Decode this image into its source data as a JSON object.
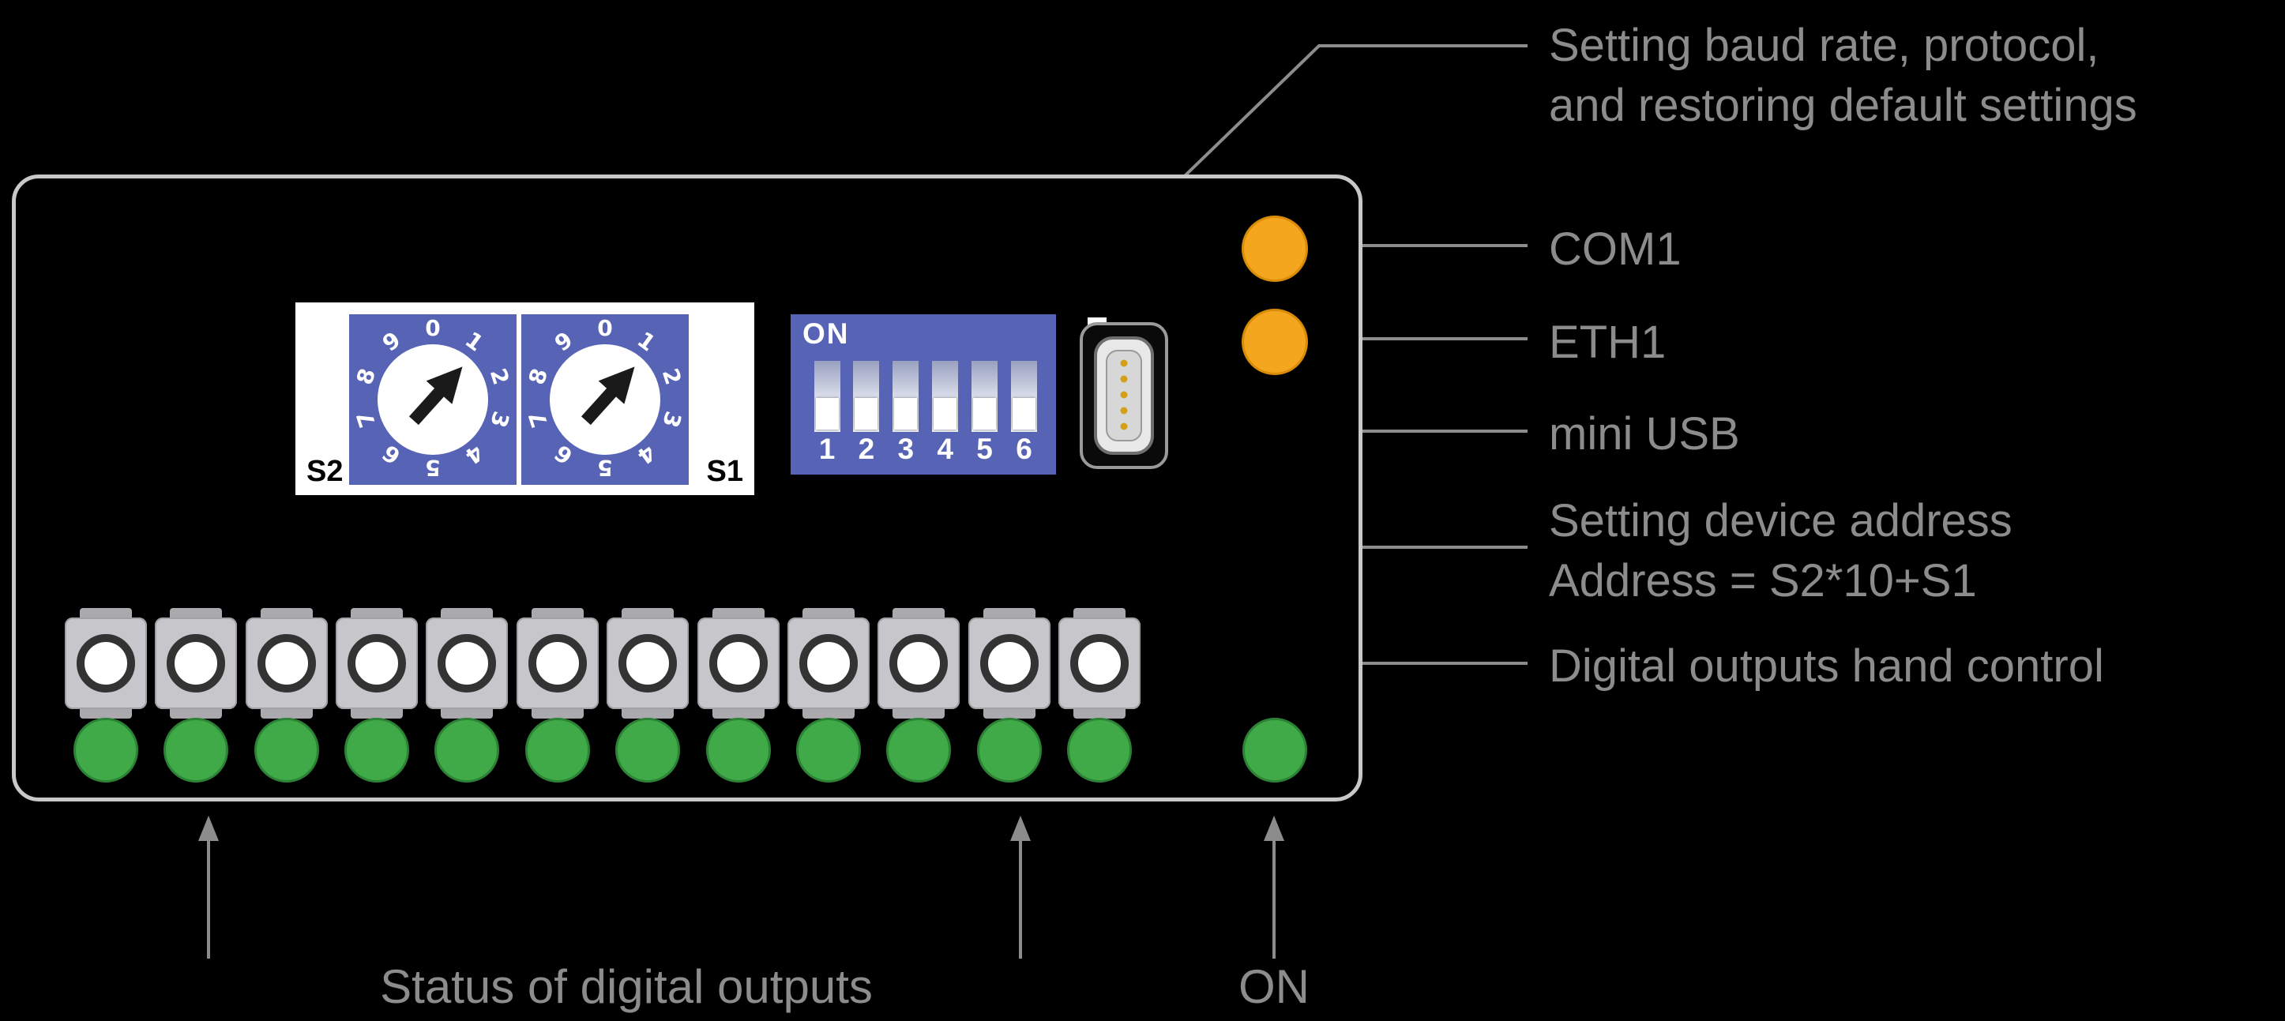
{
  "device": {
    "rotary_switches": {
      "s2_label": "S2",
      "s1_label": "S1",
      "digits": [
        "0",
        "1",
        "2",
        "3",
        "4",
        "5",
        "6",
        "7",
        "8",
        "9"
      ]
    },
    "dip_switch": {
      "on_label": "ON",
      "positions": [
        "1",
        "2",
        "3",
        "4",
        "5",
        "6"
      ]
    },
    "output_buttons_count": 12,
    "output_leds_count": 12
  },
  "annotations": {
    "baud_line1": "Setting baud rate, protocol,",
    "baud_line2": "and restoring default settings",
    "com1": "COM1",
    "eth1": "ETH1",
    "mini_usb": "mini USB",
    "address_line1": "Setting device address",
    "address_line2": "Address = S2*10+S1",
    "hand_control": "Digital outputs hand control",
    "status_outputs": "Status of digital outputs",
    "on": "ON"
  },
  "colors": {
    "background": "#000000",
    "panel_outline": "#c8c8c8",
    "annotation_text": "#8c8c8c",
    "connector_line": "#8c8c8c",
    "switch_blue": "#5763b5",
    "led_orange": "#f3a61e",
    "led_green": "#3faa47",
    "button_gray": "#c7c7cb"
  }
}
